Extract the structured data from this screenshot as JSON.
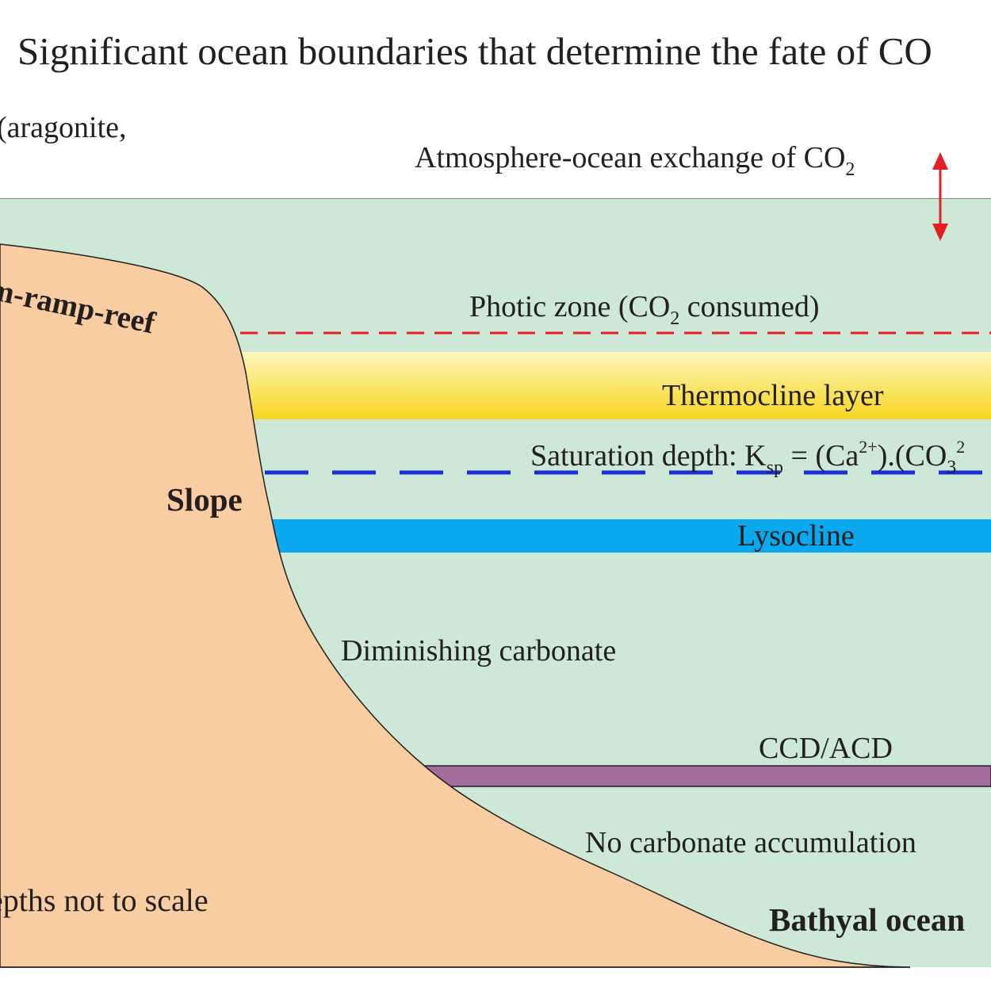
{
  "title": "Significant ocean boundaries that determine the fate of CO",
  "labels": {
    "aragonite": "(aragonite,",
    "atmosphere_prefix": "Atmosphere-ocean exchange of CO",
    "atmosphere_sub": "2",
    "platform": "m-ramp-reef",
    "photic_prefix": "Photic zone (CO",
    "photic_sub": "2",
    "photic_suffix": " consumed)",
    "thermocline": "Thermocline layer",
    "saturation_prefix": "Saturation depth: K",
    "saturation_sub": "sp",
    "saturation_mid": " = (Ca",
    "saturation_sup": "2+",
    "saturation_tail": ").(CO",
    "saturation_sub2": "3",
    "saturation_sup2": "2",
    "slope": "Slope",
    "lysocline": "Lysocline",
    "diminishing": "Diminishing carbonate",
    "ccd": "CCD/ACD",
    "no_carbonate": "No carbonate accumulation",
    "depths_note": "epths not to scale",
    "bathyal": "Bathyal ocean"
  },
  "colors": {
    "ocean": "#cde8d6",
    "seafloor": "#f9cda2",
    "photic_line": "#e31e24",
    "thermocline_top": "#fdf6bd",
    "thermocline_bottom": "#f6d620",
    "saturation_line": "#1a2fd6",
    "lysocline": "#0aa8ee",
    "ccd": "#a46d9c",
    "exchange_arrow": "#e31e24",
    "outline": "#231f20"
  },
  "icons": {
    "exchange_arrow": "double-headed-arrow"
  }
}
